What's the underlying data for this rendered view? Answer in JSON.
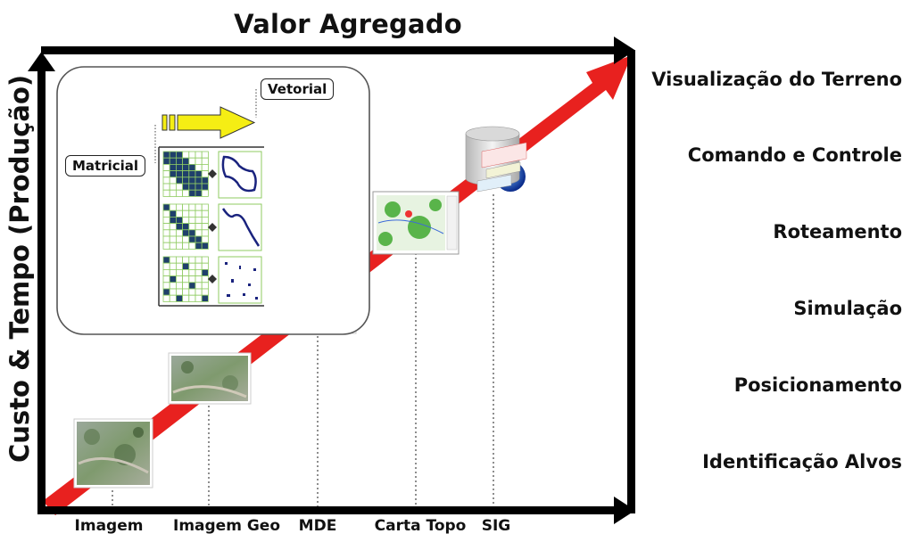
{
  "x_axis_title": "Valor Agregado",
  "y_axis_title": "Custo & Tempo (Produção)",
  "capabilities": [
    "Visualização do Terreno",
    "Comando e Controle",
    "Roteamento",
    "Simulação",
    "Posicionamento",
    "Identificação Alvos"
  ],
  "products": [
    "Imagem",
    "Imagem Geo",
    "MDE",
    "Carta Topo",
    "SIG"
  ],
  "inset": {
    "raster_label": "Matricial",
    "vector_label": "Vetorial"
  },
  "colors": {
    "trend_arrow": "#e8211f",
    "axis": "#000000",
    "conversion_arrow": "#f5ee14",
    "raster_cell": "#1f3f6b",
    "raster_grid": "#8fcb62",
    "vector_line": "#1a237e"
  }
}
